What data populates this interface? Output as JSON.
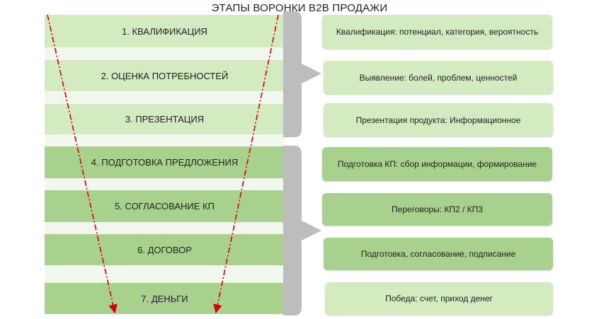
{
  "title": "ЭТАПЫ ВОРОНКИ B2B ПРОДАЖИ",
  "stages": [
    {
      "label": "1. КВАЛИФИКАЦИЯ",
      "description": "Квалификация: потенциал, категория, вероятность",
      "group": 1
    },
    {
      "label": "2. ОЦЕНКА ПОТРЕБНОСТЕЙ",
      "description": "Выявление: болей, проблем, ценностей",
      "group": 1
    },
    {
      "label": "3. ПРЕЗЕНТАЦИЯ",
      "description": "Презентация продукта: Информационное",
      "group": 1
    },
    {
      "label": "4. ПОДГОТОВКА ПРЕДЛОЖЕНИЯ",
      "description": "Подготовка КП: сбор информации, формирование",
      "group": 2
    },
    {
      "label": "5. СОГЛАСОВАНИЕ КП",
      "description": "Переговоры: КП2 / КП3",
      "group": 2
    },
    {
      "label": "6. ДОГОВОР",
      "description": "Подготовка, согласование, подписание",
      "group": 2
    },
    {
      "label": "7. ДЕНЬГИ",
      "description": "Победа: счет, приход денег",
      "group": 2
    }
  ],
  "colors": {
    "light_green": "#d4eac1",
    "dark_green": "#a9d18e",
    "gap": "#f2f7ee",
    "bracket": "#bdbdbd",
    "arrow": "#d9000d"
  }
}
